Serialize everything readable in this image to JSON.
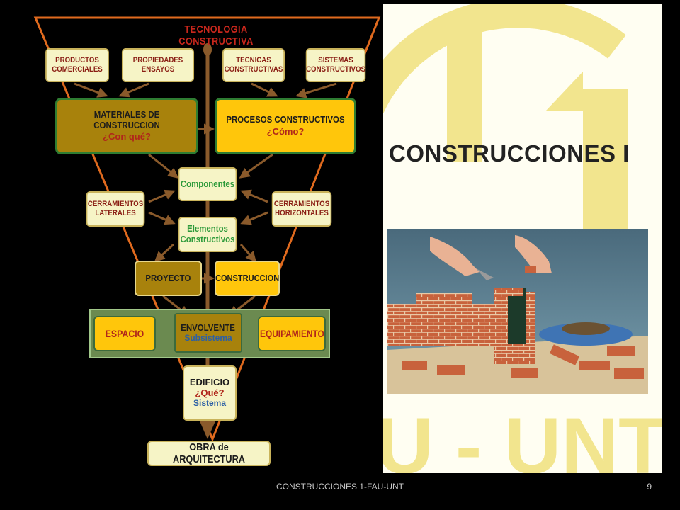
{
  "diagram": {
    "title": "TECNOLOGIA    CONSTRUCTIVA",
    "top_boxes": {
      "productos": [
        "PRODUCTOS",
        "COMERCIALES"
      ],
      "propiedades": [
        "PROPIEDADES",
        "ENSAYOS"
      ],
      "tecnicas": [
        "TECNICAS",
        "CONSTRUCTIVAS"
      ],
      "sistemas": [
        "SISTEMAS",
        "CONSTRUCTIVOS"
      ]
    },
    "materiales": {
      "title": "MATERIALES DE CONSTRUCCION",
      "question": "¿Con qué?"
    },
    "procesos": {
      "title": "PROCESOS CONSTRUCTIVOS",
      "question": "¿Cómo?"
    },
    "componentes": "Componentes",
    "cerramientos_laterales": [
      "CERRAMIENTOS",
      "LATERALES"
    ],
    "cerramientos_horizontales": [
      "CERRAMIENTOS",
      "HORIZONTALES"
    ],
    "elementos": [
      "Elementos",
      "Constructivos"
    ],
    "proyecto": "PROYECTO",
    "construccion": "CONSTRUCCION",
    "espacio": "ESPACIO",
    "envolvente": {
      "title": "ENVOLVENTE",
      "sub": "Subsistema"
    },
    "equipamiento": "EQUIPAMIENTO",
    "edificio": {
      "title": "EDIFICIO",
      "question": "¿Qué?",
      "sub": "Sistema"
    },
    "obra": "OBRA de ARQUITECTURA"
  },
  "right_panel": {
    "course_title": "CONSTRUCCIONES I",
    "watermark_text": "U - UNT"
  },
  "footer": {
    "text": "CONSTRUCCIONES 1-FAU-UNT",
    "page": "9"
  },
  "colors": {
    "outline_orange": "#e06a1e",
    "arrow_brown": "#8a5a2b",
    "pale_box": "#f6f4c6",
    "olive_box": "#a8820c",
    "yellow_box": "#ffc60b",
    "green_band": "#6b8a50",
    "logo_yellow": "#f2e58e"
  }
}
